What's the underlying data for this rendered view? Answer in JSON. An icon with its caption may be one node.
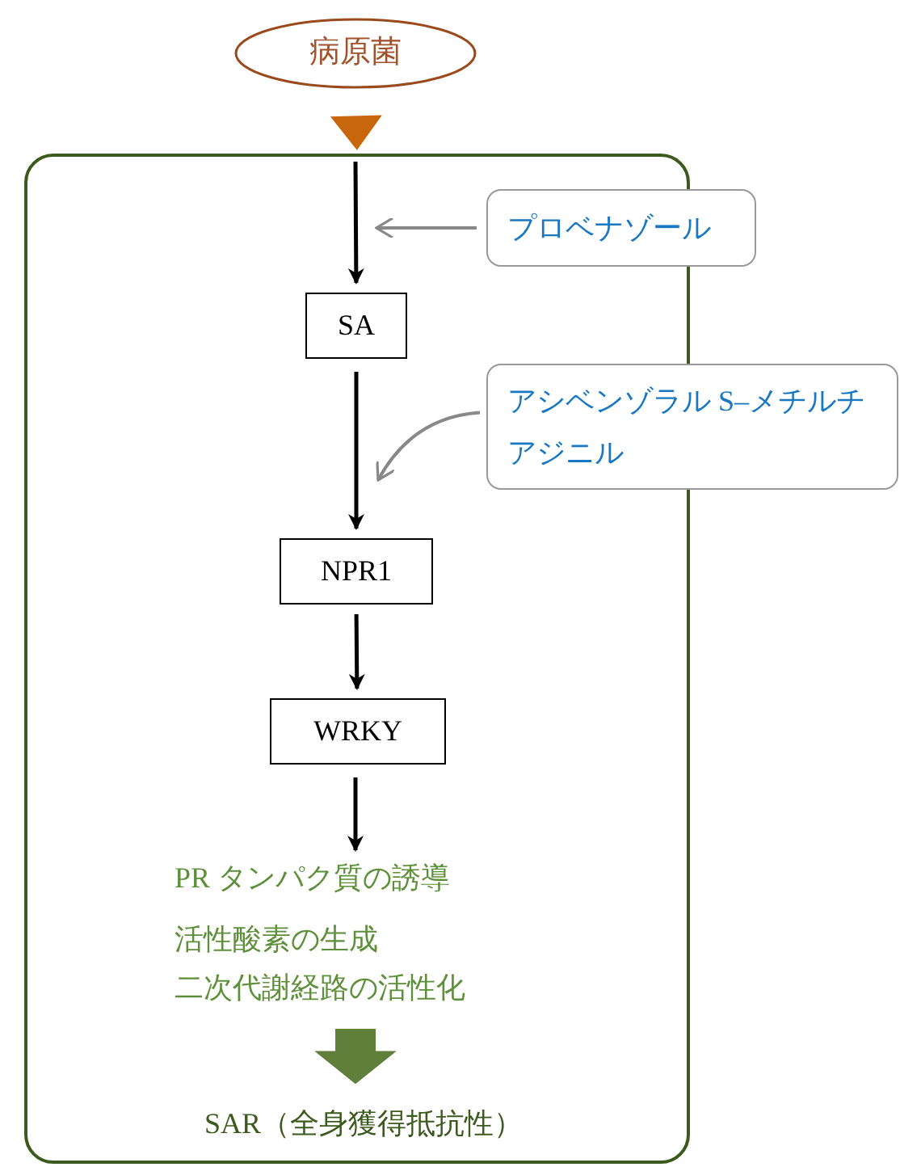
{
  "diagram": {
    "nodes": [
      {
        "text": [
          "病原菌"
        ]
      },
      {
        "text": [],
        "shape": "box"
      },
      {
        "text": [
          "SA"
        ],
        "in": 1
      },
      {
        "text": [
          "NPR1"
        ],
        "in": 1
      },
      {
        "text": [
          "WRKY"
        ],
        "in": 1
      },
      {
        "text": [
          "PR タンパク質の誘導",
          "活性酸素の生成",
          "二次代謝経路の活性化"
        ],
        "in": 1
      },
      {
        "text": [
          "SAR（全身獲得抵抗性）"
        ],
        "in": 1
      },
      {
        "text": [
          "プロベナゾール"
        ]
      },
      {
        "text": [
          "アシベンゾラル S–メチルチアジニル"
        ]
      }
    ],
    "edges": [
      {
        "from": 0,
        "to": 1,
        "arrow": "to",
        "style": "thick",
        "color": "#c8660c"
      },
      {
        "from": null,
        "to": 2,
        "arrow": "to"
      },
      {
        "from": 2,
        "to": 3,
        "arrow": "to"
      },
      {
        "from": 3,
        "to": 4,
        "arrow": "to"
      },
      {
        "from": 4,
        "to": 5,
        "arrow": "to"
      },
      {
        "from": 7,
        "to": null,
        "arrow": "to",
        "color": "#888888"
      },
      {
        "from": 8,
        "to": null,
        "arrow": "to",
        "color": "#888888"
      },
      {
        "from": 5,
        "to": 6,
        "arrow": "to",
        "style": "thick",
        "color": "#5f7f3a"
      }
    ]
  }
}
